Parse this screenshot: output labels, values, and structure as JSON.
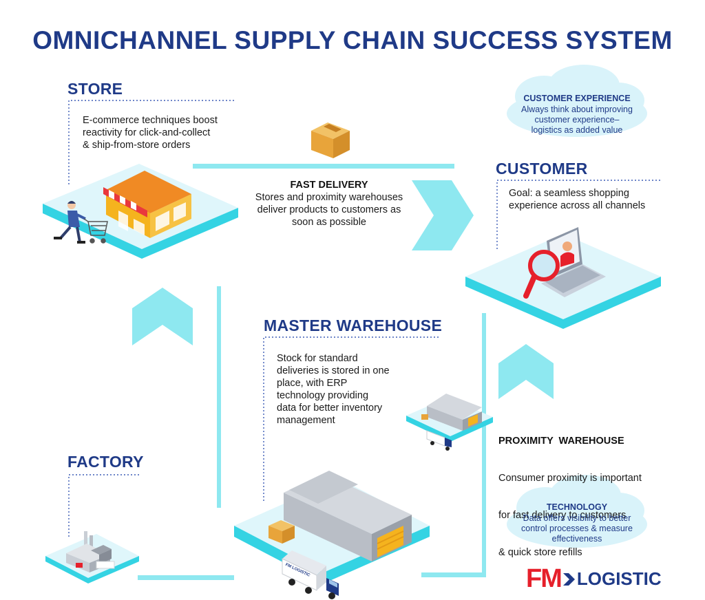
{
  "title": "OMNICHANNEL SUPPLY CHAIN SUCCESS SYSTEM",
  "store": {
    "label": "STORE",
    "text": [
      "E-commerce techniques boost",
      "reactivity for click-and-collect",
      "& ship-from-store orders"
    ]
  },
  "customer_experience": {
    "title": "CUSTOMER EXPERIENCE",
    "text": [
      "Always think about improving",
      "customer experience–",
      "logistics as added value"
    ]
  },
  "customer": {
    "label": "CUSTOMER",
    "text": [
      "Goal: a seamless shopping",
      "experience across all channels"
    ]
  },
  "fast_delivery": {
    "title": "FAST DELIVERY",
    "text": [
      "Stores and proximity warehouses",
      "deliver products to customers as",
      "soon as possible"
    ]
  },
  "master_warehouse": {
    "label": "MASTER WAREHOUSE",
    "text": [
      "Stock for standard",
      "deliveries is stored in one",
      "place, with ERP",
      "technology providing",
      "data for better inventory",
      "management"
    ]
  },
  "proximity_warehouse": {
    "title": "PROXIMITY  WAREHOUSE",
    "text": [
      "Consumer proximity is important",
      "for fast delivery to customers",
      "& quick store refills"
    ]
  },
  "factory": {
    "label": "FACTORY"
  },
  "technology": {
    "title": "TECHNOLOGY",
    "text": [
      "Data offers visibility to better",
      "control processes & measure",
      "effectiveness"
    ]
  },
  "logo": {
    "fm": "FM",
    "logistic": "LOGISTIC",
    "truck_text": "FM LOGISTIC"
  },
  "colors": {
    "navy": "#1f3a87",
    "cyan": "#8ee8f0",
    "platform": "#dff6fb",
    "platform_edge": "#34d3e3",
    "red": "#e6202b",
    "cloud": "#d9f3fa"
  }
}
